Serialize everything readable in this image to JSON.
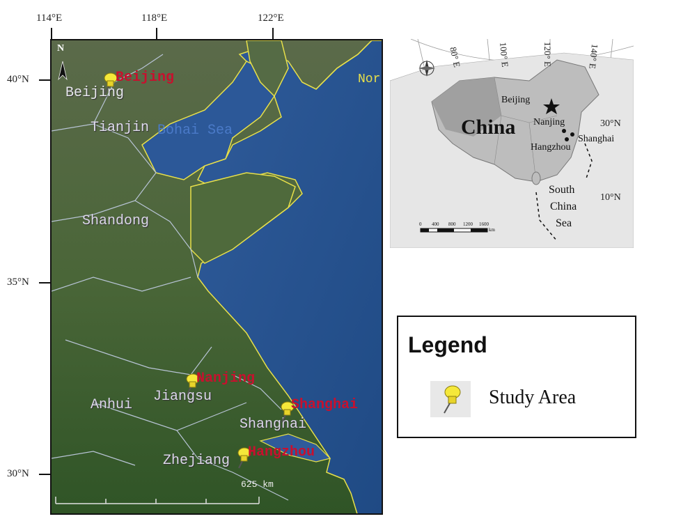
{
  "axes": {
    "lon_ticks": [
      "114°E",
      "118°E",
      "122°E"
    ],
    "lat_ticks": [
      "40°N",
      "35°N",
      "30°N"
    ]
  },
  "main_map": {
    "north_label": "N",
    "scale_label": "625  km",
    "study_cities": [
      "Beijing",
      "Nanjing",
      "Shanghai",
      "Hangzhou"
    ],
    "place_labels": {
      "beijing": "Beijing",
      "tianjin": "Tianjin",
      "bohai": "Bohai Sea",
      "shandong": "Shandong",
      "anhui": "Anhui",
      "jiangsu": "Jiangsu",
      "shanghai": "Shanghai",
      "zhejiang": "Zhejiang",
      "nor": "Nor"
    },
    "colors": {
      "land": "#3f5f2e",
      "sea": "#2a4f8f",
      "coast": "#e8e04a",
      "boundary": "#b8c4d6",
      "city_label": "#c8102e"
    }
  },
  "inset": {
    "lon_labels": [
      "80° E",
      "100° E",
      "120° E",
      "140° E"
    ],
    "lat_labels": [
      "30°N",
      "10°N"
    ],
    "country": "China",
    "cities": [
      "Beijing",
      "Nanjing",
      "Shanghai",
      "Hangzhou"
    ],
    "sea_label": [
      "South",
      "China",
      "Sea"
    ],
    "scale_ticks": [
      "0",
      "400",
      "800",
      "1200",
      "1600"
    ],
    "scale_unit": "km"
  },
  "legend": {
    "title": "Legend",
    "item_label": "Study Area"
  }
}
